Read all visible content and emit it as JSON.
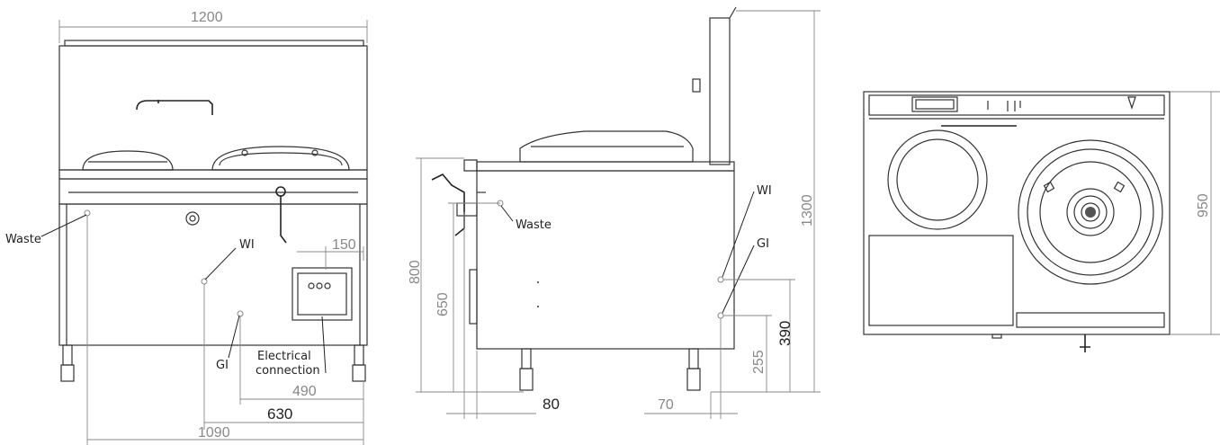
{
  "front_view": {
    "dims": {
      "overall_width": "1200",
      "depth_1090": "1090",
      "dim_630": "630",
      "dim_490": "490",
      "dim_150": "150"
    },
    "labels": {
      "waste": "Waste",
      "wi": "WI",
      "gi": "GI",
      "electrical_line1": "Electrical",
      "electrical_line2": "connection"
    }
  },
  "side_view": {
    "dims": {
      "height_1300": "1300",
      "height_800": "800",
      "height_650": "650",
      "height_390": "390",
      "height_255": "255",
      "dim_80": "80",
      "dim_70": "70"
    },
    "labels": {
      "waste": "Waste",
      "wi": "WI",
      "gi": "GI"
    }
  },
  "top_view": {
    "dims": {
      "depth_950": "950"
    }
  },
  "colors": {
    "line": "#333333",
    "dimension": "#888888"
  }
}
